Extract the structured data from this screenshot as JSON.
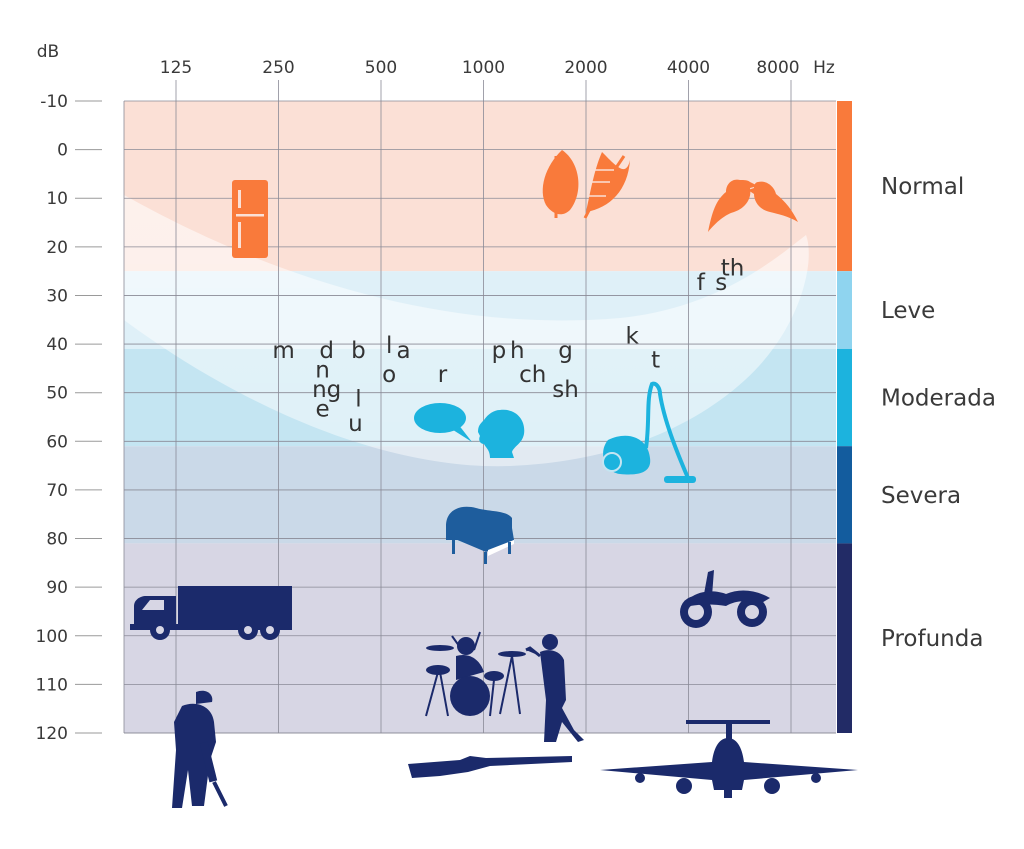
{
  "units": {
    "db": "dB",
    "hz": "Hz"
  },
  "frequencies": [
    "125",
    "250",
    "500",
    "1000",
    "2000",
    "4000",
    "8000"
  ],
  "db_levels": [
    "-10",
    "0",
    "10",
    "20",
    "30",
    "40",
    "50",
    "60",
    "70",
    "80",
    "90",
    "100",
    "110",
    "120"
  ],
  "bands": [
    {
      "label": "Normal",
      "from_db": -10,
      "to_db": 25,
      "color": "#f97a3b",
      "bg": "#fbe0d6"
    },
    {
      "label": "Leve",
      "from_db": 25,
      "to_db": 41,
      "color": "#8fd4ef",
      "bg": "#dff0f8"
    },
    {
      "label": "Moderada",
      "from_db": 41,
      "to_db": 61,
      "color": "#1cb3de",
      "bg": "#c4e5f2"
    },
    {
      "label": "Severa",
      "from_db": 61,
      "to_db": 81,
      "color": "#135c9e",
      "bg": "#cad9e8"
    },
    {
      "label": "Profunda",
      "from_db": 81,
      "to_db": 120,
      "color": "#222b66",
      "bg": "#d7d6e4"
    }
  ],
  "phonemes": [
    {
      "text": "m",
      "freq_oct": 1.05,
      "db": 41
    },
    {
      "text": "d",
      "freq_oct": 1.47,
      "db": 41
    },
    {
      "text": "b",
      "freq_oct": 1.78,
      "db": 41
    },
    {
      "text": "l",
      "freq_oct": 2.08,
      "db": 40
    },
    {
      "text": "a",
      "freq_oct": 2.22,
      "db": 41
    },
    {
      "text": "n",
      "freq_oct": 1.43,
      "db": 45
    },
    {
      "text": "o",
      "freq_oct": 2.08,
      "db": 46
    },
    {
      "text": "r",
      "freq_oct": 2.6,
      "db": 46
    },
    {
      "text": "ng",
      "freq_oct": 1.47,
      "db": 49
    },
    {
      "text": "l",
      "freq_oct": 1.78,
      "db": 51
    },
    {
      "text": "e",
      "freq_oct": 1.43,
      "db": 53
    },
    {
      "text": "u",
      "freq_oct": 1.75,
      "db": 56
    },
    {
      "text": "p",
      "freq_oct": 3.15,
      "db": 41
    },
    {
      "text": "h",
      "freq_oct": 3.33,
      "db": 41
    },
    {
      "text": "g",
      "freq_oct": 3.8,
      "db": 41
    },
    {
      "text": "ch",
      "freq_oct": 3.48,
      "db": 46
    },
    {
      "text": "sh",
      "freq_oct": 3.8,
      "db": 49
    },
    {
      "text": "k",
      "freq_oct": 4.45,
      "db": 38
    },
    {
      "text": "t",
      "freq_oct": 4.68,
      "db": 43
    },
    {
      "text": "f",
      "freq_oct": 5.12,
      "db": 27
    },
    {
      "text": "s",
      "freq_oct": 5.32,
      "db": 27
    },
    {
      "text": "th",
      "freq_oct": 5.43,
      "db": 24
    }
  ],
  "icons": {
    "fridge": "refrigerator-icon",
    "leaves": "leaves-icon",
    "birds": "birds-icon",
    "speech": "speech-bubble-icon",
    "head": "head-profile-icon",
    "vacuum": "vacuum-cleaner-icon",
    "piano": "piano-icon",
    "truck": "truck-icon",
    "motorcycle": "motorcycle-icon",
    "drummer": "drummer-icon",
    "singer": "singer-icon",
    "jackhammer": "jackhammer-worker-icon",
    "rifle": "rifle-icon",
    "airplane": "airplane-icon"
  },
  "colors": {
    "orange": "#f97a3b",
    "light_blue": "#1cb3de",
    "dark_blue": "#1b2a6b",
    "piano_blue": "#1e5d9d",
    "speech_banana": "#ffffff"
  }
}
